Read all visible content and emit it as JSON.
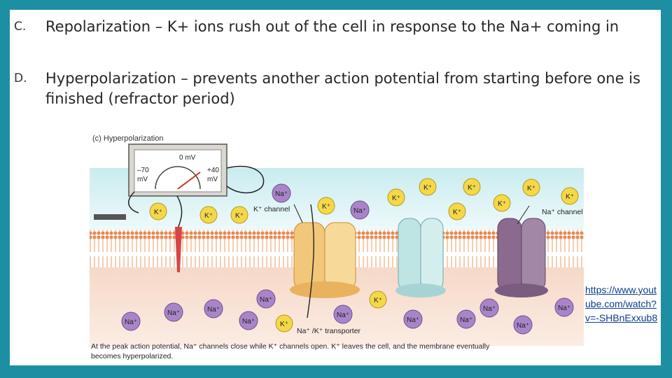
{
  "bullets": [
    {
      "marker": "C.",
      "text": "Repolarization – K+ ions rush out of the cell in response to the Na+ coming in"
    },
    {
      "marker": "D.",
      "text": "Hyperpolarization – prevents another action potential from starting before one is finished (refractor period)"
    }
  ],
  "figure": {
    "title": "(c) Hyperpolarization",
    "meter": {
      "top": "0 mV",
      "left": "–70\nmV",
      "right": "+40\nmV"
    },
    "labels": {
      "k_channel": "K⁺ channel",
      "na_channel": "Na⁺ channel",
      "transporter": "Na⁺ /K⁺ transporter"
    },
    "ions": {
      "na": "Na⁺",
      "k": "K⁺"
    },
    "caption_line1": "At the peak action potential, Na⁺ channels close while K⁺ channels open. K⁺ leaves the cell, and the membrane eventually",
    "caption_line2": "becomes hyperpolarized."
  },
  "link": {
    "text": "https://www.youtube.com/watch?v=-SHBnExxub8"
  },
  "colors": {
    "background": "#1d8fa3",
    "link": "#0b3d8c",
    "na_ion": "#a985c8",
    "k_ion": "#f4d84a"
  }
}
